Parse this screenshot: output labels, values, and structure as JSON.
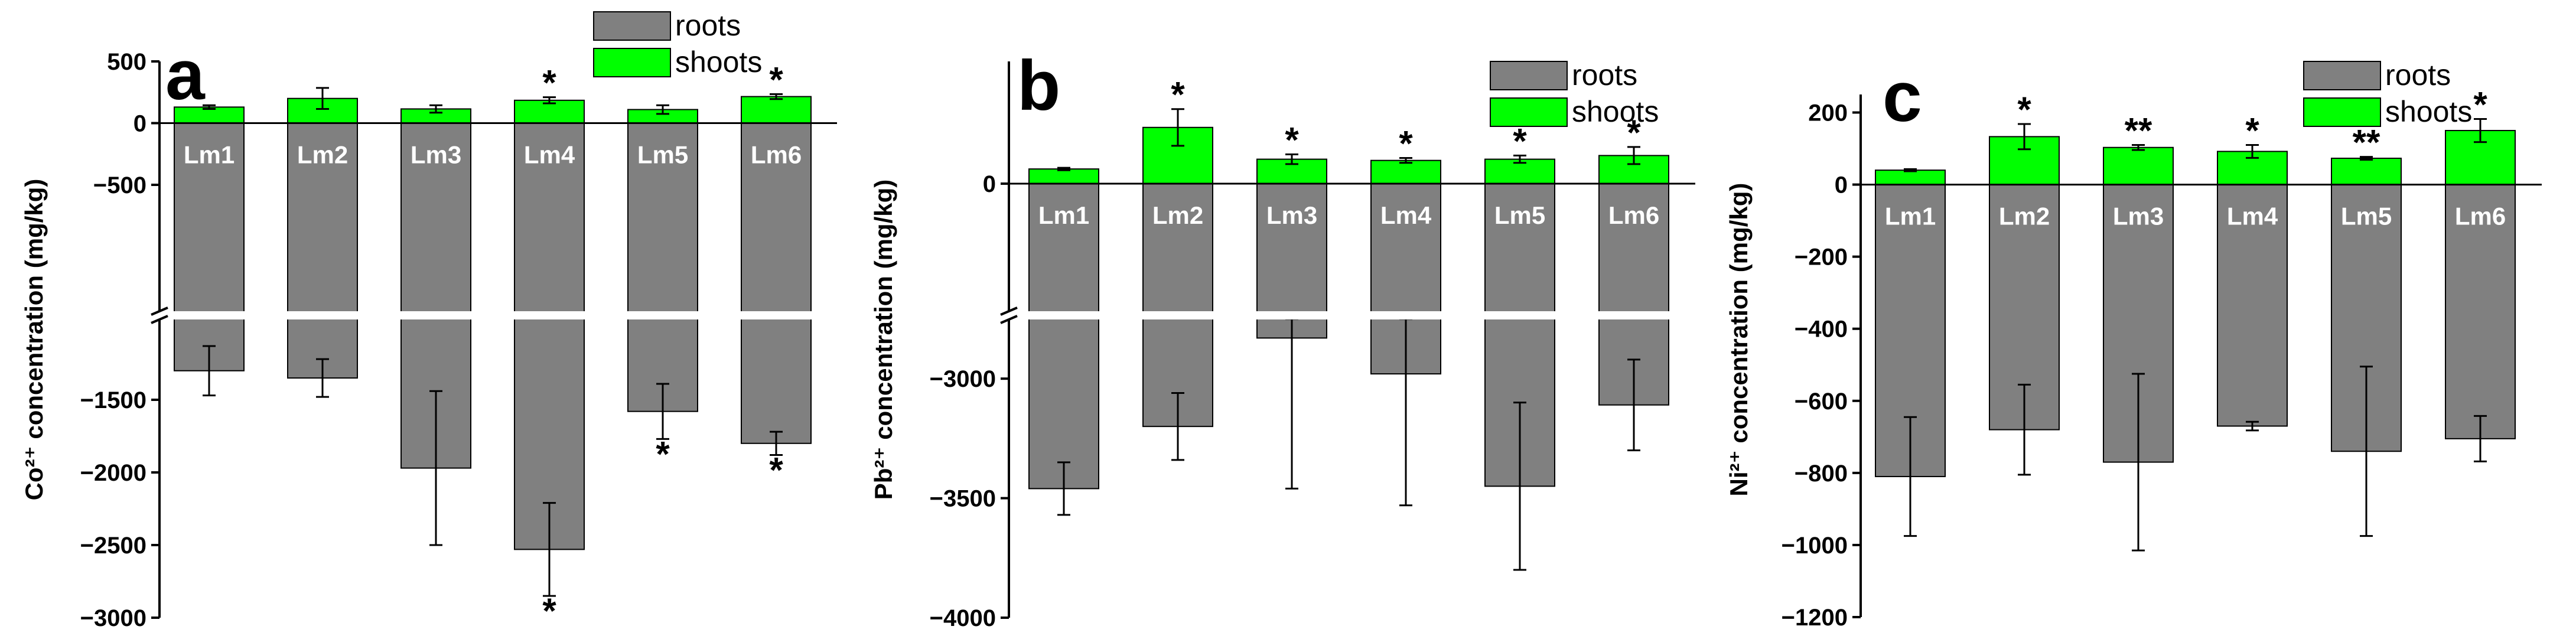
{
  "colors": {
    "roots": "#808080",
    "shoots": "#00ff00",
    "axis": "#000000"
  },
  "chart_data": [
    {
      "type": "bar",
      "panel_label": "a",
      "ylabel": "Co²⁺ concentration (mg/kg)",
      "categories": [
        "Lm1",
        "Lm2",
        "Lm3",
        "Lm4",
        "Lm5",
        "Lm6"
      ],
      "series": [
        {
          "name": "roots",
          "values": [
            -1300,
            -1350,
            -1970,
            -2530,
            -1580,
            -1800
          ],
          "errors": [
            170,
            130,
            530,
            320,
            190,
            80
          ],
          "marks": [
            "",
            "",
            "",
            "*",
            "*",
            "*"
          ]
        },
        {
          "name": "shoots",
          "values": [
            130,
            200,
            115,
            185,
            110,
            215
          ],
          "errors": [
            15,
            85,
            30,
            25,
            35,
            20
          ],
          "marks": [
            "",
            "",
            "",
            "*",
            "",
            "*"
          ]
        }
      ],
      "y_axis_break": [
        -500,
        -1000
      ],
      "ylim": [
        -3000,
        500
      ],
      "yticks": [
        "500",
        "0",
        "−500",
        "−1500",
        "−2000",
        "−2500",
        "−3000"
      ],
      "legend": "top-center",
      "grid": false
    },
    {
      "type": "bar",
      "panel_label": "b",
      "ylabel": "Pb²⁺ concentration (mg/kg)",
      "categories": [
        "Lm1",
        "Lm2",
        "Lm3",
        "Lm4",
        "Lm5",
        "Lm6"
      ],
      "series": [
        {
          "name": "roots",
          "values": [
            -3460,
            -3200,
            -2830,
            -2980,
            -3450,
            -3110
          ],
          "errors": [
            110,
            140,
            630,
            550,
            350,
            190
          ],
          "marks": [
            "",
            "",
            "",
            "",
            "",
            ""
          ]
        },
        {
          "name": "shoots",
          "values": [
            60,
            230,
            100,
            95,
            100,
            115
          ],
          "errors": [
            5,
            75,
            20,
            10,
            15,
            35
          ],
          "marks": [
            "",
            "*",
            "*",
            "*",
            "*",
            "*"
          ]
        }
      ],
      "y_axis_break": [
        -500,
        -2750
      ],
      "ylim": [
        -4000,
        500
      ],
      "yticks": [
        "0",
        "−3000",
        "−3500",
        "−4000"
      ],
      "legend": "top-right",
      "grid": false
    },
    {
      "type": "bar",
      "panel_label": "c",
      "ylabel": "Ni²⁺ concentration (mg/kg)",
      "categories": [
        "Lm1",
        "Lm2",
        "Lm3",
        "Lm4",
        "Lm5",
        "Lm6"
      ],
      "series": [
        {
          "name": "roots",
          "values": [
            -810,
            -680,
            -770,
            -670,
            -740,
            -705
          ],
          "errors": [
            165,
            125,
            245,
            12,
            235,
            63
          ],
          "marks": [
            "",
            "",
            "",
            "",
            "",
            ""
          ]
        },
        {
          "name": "shoots",
          "values": [
            40,
            133,
            103,
            92,
            73,
            150
          ],
          "errors": [
            3,
            35,
            7,
            18,
            4,
            32
          ],
          "marks": [
            "",
            "*",
            "**",
            "*",
            "**",
            "*"
          ]
        }
      ],
      "ylim": [
        -1200,
        250
      ],
      "yticks": [
        "200",
        "0",
        "−200",
        "−400",
        "−600",
        "−800",
        "−1000",
        "−1200"
      ],
      "legend": "top-right",
      "grid": false
    }
  ]
}
